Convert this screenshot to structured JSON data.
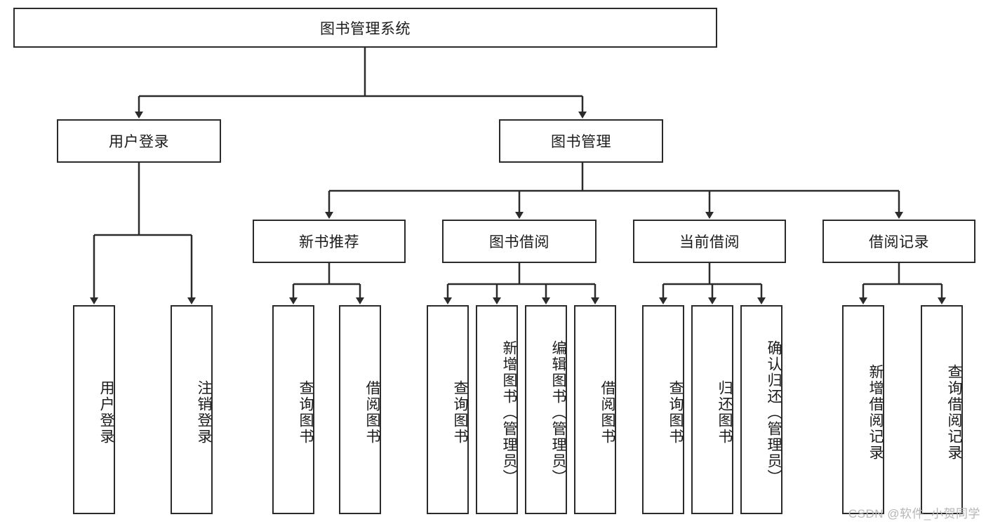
{
  "diagram": {
    "type": "tree-hierarchy",
    "title": "图书管理系统",
    "style": {
      "box_border_color": "#2b2b2b",
      "box_fill_color": "#ffffff",
      "connector_color": "#2b2b2b",
      "text_color": "#1b1b1b",
      "background_color": "#ffffff"
    },
    "root": {
      "label": "图书管理系统",
      "orientation": "horizontal"
    },
    "level2": [
      {
        "label": "用户登录",
        "orientation": "horizontal"
      },
      {
        "label": "图书管理",
        "orientation": "horizontal"
      }
    ],
    "level3": [
      {
        "label": "新书推荐",
        "orientation": "horizontal"
      },
      {
        "label": "图书借阅",
        "orientation": "horizontal"
      },
      {
        "label": "当前借阅",
        "orientation": "horizontal"
      },
      {
        "label": "借阅记录",
        "orientation": "horizontal"
      }
    ],
    "leaves": {
      "user_login": [
        {
          "label": "用户登录",
          "orientation": "vertical"
        },
        {
          "label": "注销登录",
          "orientation": "vertical"
        }
      ],
      "new_book_recommend": [
        {
          "label": "查询图书",
          "orientation": "vertical"
        },
        {
          "label": "借阅图书",
          "orientation": "vertical"
        }
      ],
      "book_borrow": [
        {
          "label": "查询图书",
          "orientation": "vertical"
        },
        {
          "label": "新增图书（管理员）",
          "orientation": "vertical"
        },
        {
          "label": "编辑图书（管理员）",
          "orientation": "vertical"
        },
        {
          "label": "借阅图书",
          "orientation": "vertical"
        }
      ],
      "current_borrow": [
        {
          "label": "查询图书",
          "orientation": "vertical"
        },
        {
          "label": "归还图书",
          "orientation": "vertical"
        },
        {
          "label": "确认归还（管理员）",
          "orientation": "vertical"
        }
      ],
      "borrow_record": [
        {
          "label": "新增借阅记录",
          "orientation": "vertical"
        },
        {
          "label": "查询借阅记录",
          "orientation": "vertical"
        }
      ]
    }
  },
  "watermark": {
    "text": "CSDN @软件_小贺同学"
  }
}
